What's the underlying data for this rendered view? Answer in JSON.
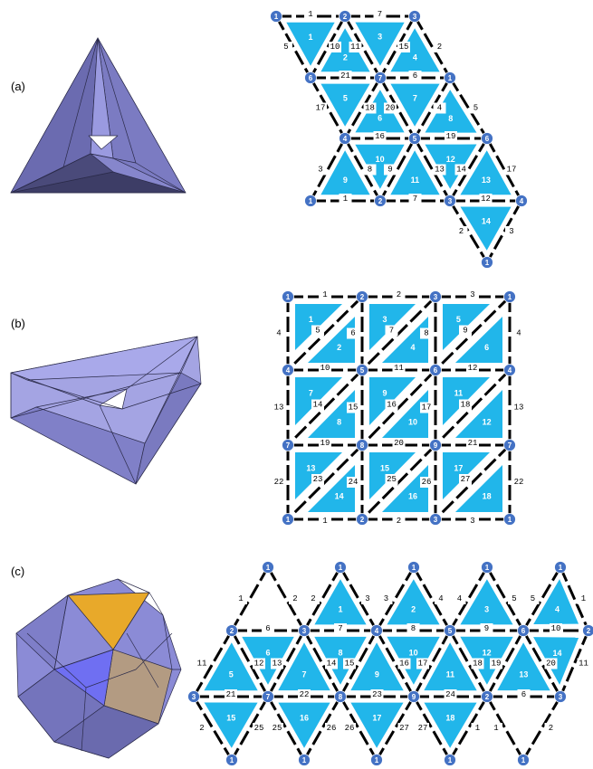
{
  "panels": [
    {
      "label": "(a)"
    },
    {
      "label": "(b)"
    },
    {
      "label": "(c)"
    }
  ],
  "colors": {
    "face": "#21b6ea",
    "node": "#4472c4",
    "edge": "#000000",
    "polyhedron": "#8f8fd6",
    "highlight_gold": "#e8a92a",
    "highlight_tan": "#b39b82"
  },
  "nets": {
    "a": {
      "nodes": [
        {
          "id": "a1",
          "label": "1"
        },
        {
          "id": "a2",
          "label": "2"
        },
        {
          "id": "a3",
          "label": "3"
        },
        {
          "id": "a4",
          "label": "6"
        },
        {
          "id": "a5",
          "label": "7"
        },
        {
          "id": "a6",
          "label": "1"
        },
        {
          "id": "a7",
          "label": "4"
        },
        {
          "id": "a8",
          "label": "5"
        },
        {
          "id": "a9",
          "label": "6"
        },
        {
          "id": "a10",
          "label": "1"
        },
        {
          "id": "a11",
          "label": "2"
        },
        {
          "id": "a12",
          "label": "3"
        },
        {
          "id": "a13",
          "label": "4"
        },
        {
          "id": "a14",
          "label": "1"
        }
      ],
      "edge_labels": [
        "1",
        "7",
        "5",
        "10",
        "11",
        "15",
        "2",
        "21",
        "6",
        "17",
        "18",
        "20",
        "4",
        "5",
        "16",
        "19",
        "3",
        "8",
        "9",
        "13",
        "14",
        "17",
        "1",
        "7",
        "12",
        "2",
        "3"
      ],
      "faces": [
        "1",
        "2",
        "3",
        "4",
        "5",
        "6",
        "7",
        "8",
        "9",
        "10",
        "11",
        "12",
        "13",
        "14"
      ]
    },
    "b": {
      "nodes": [
        {
          "id": "b1",
          "label": "1"
        },
        {
          "id": "b2",
          "label": "2"
        },
        {
          "id": "b3",
          "label": "3"
        },
        {
          "id": "b4",
          "label": "1"
        },
        {
          "id": "b5",
          "label": "4"
        },
        {
          "id": "b6",
          "label": "5"
        },
        {
          "id": "b7",
          "label": "6"
        },
        {
          "id": "b8",
          "label": "4"
        },
        {
          "id": "b9",
          "label": "7"
        },
        {
          "id": "b10",
          "label": "8"
        },
        {
          "id": "b11",
          "label": "9"
        },
        {
          "id": "b12",
          "label": "7"
        },
        {
          "id": "b13",
          "label": "1"
        },
        {
          "id": "b14",
          "label": "2"
        },
        {
          "id": "b15",
          "label": "3"
        },
        {
          "id": "b16",
          "label": "1"
        }
      ],
      "edge_labels": [
        "1",
        "2",
        "3",
        "4",
        "5",
        "6",
        "7",
        "8",
        "9",
        "4",
        "10",
        "11",
        "12",
        "13",
        "14",
        "15",
        "16",
        "17",
        "18",
        "13",
        "19",
        "20",
        "21",
        "22",
        "23",
        "24",
        "25",
        "26",
        "27",
        "22",
        "1",
        "2",
        "3"
      ],
      "faces": [
        "1",
        "2",
        "3",
        "4",
        "5",
        "6",
        "7",
        "8",
        "9",
        "10",
        "11",
        "12",
        "13",
        "14",
        "15",
        "16",
        "17",
        "18"
      ]
    },
    "c": {
      "nodes": [
        {
          "id": "c_t1",
          "label": "1"
        },
        {
          "id": "c_t2",
          "label": "1"
        },
        {
          "id": "c_t3",
          "label": "1"
        },
        {
          "id": "c_t4",
          "label": "1"
        },
        {
          "id": "c_t5",
          "label": "1"
        },
        {
          "id": "c_m1",
          "label": "2"
        },
        {
          "id": "c_m2",
          "label": "3"
        },
        {
          "id": "c_m3",
          "label": "4"
        },
        {
          "id": "c_m4",
          "label": "5"
        },
        {
          "id": "c_m5",
          "label": "6"
        },
        {
          "id": "c_m6",
          "label": "2"
        },
        {
          "id": "c_l1",
          "label": "3"
        },
        {
          "id": "c_l2",
          "label": "7"
        },
        {
          "id": "c_l3",
          "label": "8"
        },
        {
          "id": "c_l4",
          "label": "9"
        },
        {
          "id": "c_l5",
          "label": "2"
        },
        {
          "id": "c_l6",
          "label": "3"
        },
        {
          "id": "c_b1",
          "label": "1"
        },
        {
          "id": "c_b2",
          "label": "1"
        },
        {
          "id": "c_b3",
          "label": "1"
        },
        {
          "id": "c_b4",
          "label": "1"
        },
        {
          "id": "c_b5",
          "label": "1"
        }
      ],
      "edge_labels": [
        "1",
        "2",
        "2",
        "3",
        "3",
        "4",
        "4",
        "5",
        "5",
        "1",
        "6",
        "7",
        "8",
        "9",
        "10",
        "11",
        "12",
        "13",
        "14",
        "15",
        "16",
        "17",
        "18",
        "19",
        "20",
        "11",
        "21",
        "22",
        "23",
        "24",
        "6",
        "2",
        "25",
        "25",
        "26",
        "26",
        "27",
        "27",
        "1",
        "1",
        "2"
      ],
      "faces": [
        "1",
        "2",
        "3",
        "4",
        "5",
        "6",
        "7",
        "8",
        "9",
        "10",
        "11",
        "12",
        "13",
        "14",
        "15",
        "16",
        "17",
        "18"
      ]
    }
  }
}
